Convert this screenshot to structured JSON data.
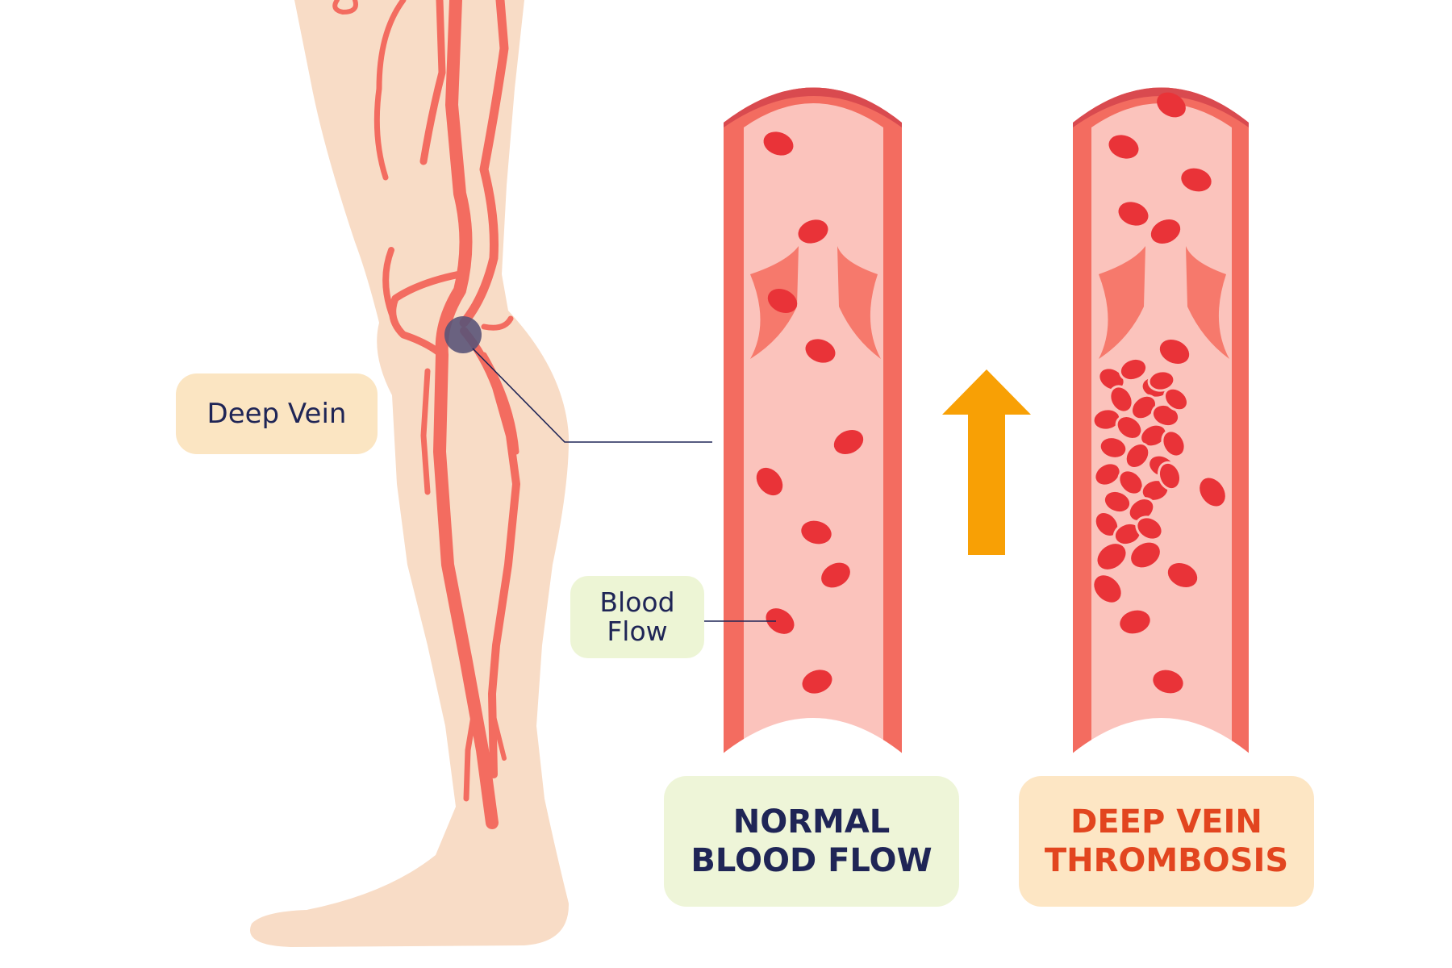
{
  "labels": {
    "deep_vein": "Deep Vein",
    "blood_flow_line1": "Blood",
    "blood_flow_line2": "Flow",
    "normal_line1": "NORMAL",
    "normal_line2": "BLOOD FLOW",
    "dvt_line1": "DEEP VEIN",
    "dvt_line2": "THROMBOSIS"
  },
  "colors": {
    "skin": "#f8dcc6",
    "vessel": "#f36c60",
    "vessel_dark": "#d94a4f",
    "vessel_interior": "#fbc3bc",
    "blood_cell": "#e93338",
    "arrow": "#f8a005",
    "marker": "#5a5478",
    "text_dark": "#1f2556",
    "text_orange": "#e2451f"
  },
  "icons": {
    "arrow": "up-arrow-icon",
    "marker": "deep-vein-marker-icon"
  }
}
